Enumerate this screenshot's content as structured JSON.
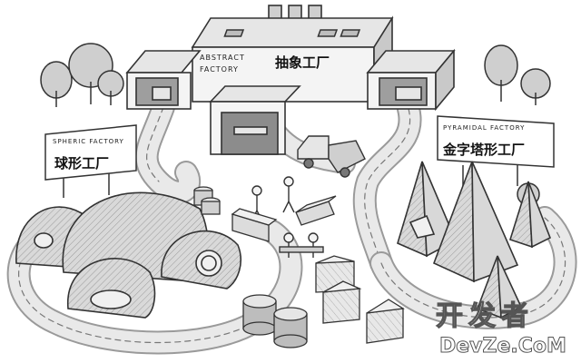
{
  "abstract_factory": {
    "label_en_line1": "ABSTRACT",
    "label_en_line2": "FACTORY",
    "label_cn": "抽象工厂"
  },
  "spheric_factory": {
    "label_en": "SPHERIC FACTORY",
    "label_cn": "球形工厂"
  },
  "pyramidal_factory": {
    "label_en": "PYRAMIDAL FACTORY",
    "label_cn": "金字塔形工厂"
  },
  "watermark": {
    "line1": "开发者",
    "line2": "DevZe.CoM"
  }
}
